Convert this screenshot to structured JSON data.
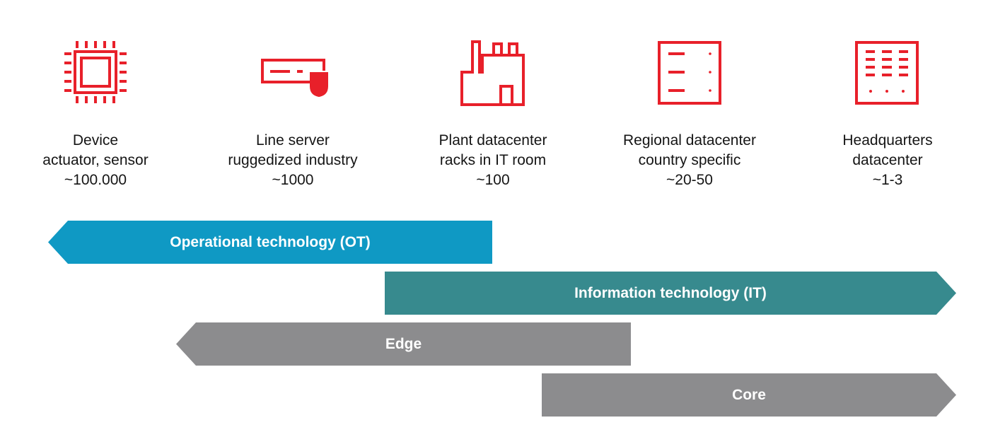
{
  "colors": {
    "icon_red": "#e8202a",
    "ot": "#0f99c4",
    "it": "#378a8e",
    "edge": "#8c8c8e",
    "core": "#8c8c8e"
  },
  "tiers": [
    {
      "icon": "chip-icon",
      "line1": "Device",
      "line2": "actuator, sensor",
      "line3": "~100.000"
    },
    {
      "icon": "server-shield-icon",
      "line1": "Line server",
      "line2": "ruggedized industry",
      "line3": "~1000"
    },
    {
      "icon": "factory-icon",
      "line1": "Plant datacenter",
      "line2": "racks in IT room",
      "line3": "~100"
    },
    {
      "icon": "rack-icon",
      "line1": "Regional datacenter",
      "line2": "country specific",
      "line3": "~20-50"
    },
    {
      "icon": "datacenter-icon",
      "line1": "Headquarters",
      "line2": "datacenter",
      "line3": "~1-3"
    }
  ],
  "bands": {
    "ot": {
      "label": "Operational technology (OT)",
      "direction": "left"
    },
    "it": {
      "label": "Information technology (IT)",
      "direction": "right"
    },
    "edge": {
      "label": "Edge",
      "direction": "left"
    },
    "core": {
      "label": "Core",
      "direction": "right"
    }
  }
}
